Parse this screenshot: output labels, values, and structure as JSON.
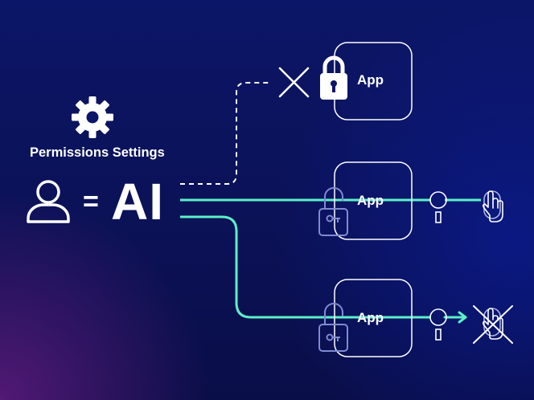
{
  "diagram": {
    "settings_label": "Permissions Settings",
    "equals_sign": "=",
    "ai_label": "AI",
    "apps": [
      {
        "label": "App",
        "status": "denied"
      },
      {
        "label": "App",
        "status": "allowed"
      },
      {
        "label": "App",
        "status": "blocked"
      }
    ]
  },
  "colors": {
    "background_top": "#0c1668",
    "background_bottom": "#0a0e48",
    "glow_bottom_left": "#5a1a7a",
    "connector": "#5cf0c8",
    "line_white": "#ffffff",
    "icon_dim": "#7f8bd0"
  },
  "icons": [
    "gear-icon",
    "user-icon",
    "lock-closed-icon",
    "deny-x-icon",
    "lock-open-icon",
    "key-icon",
    "hand-pointer-icon",
    "blocked-hand-icon"
  ]
}
